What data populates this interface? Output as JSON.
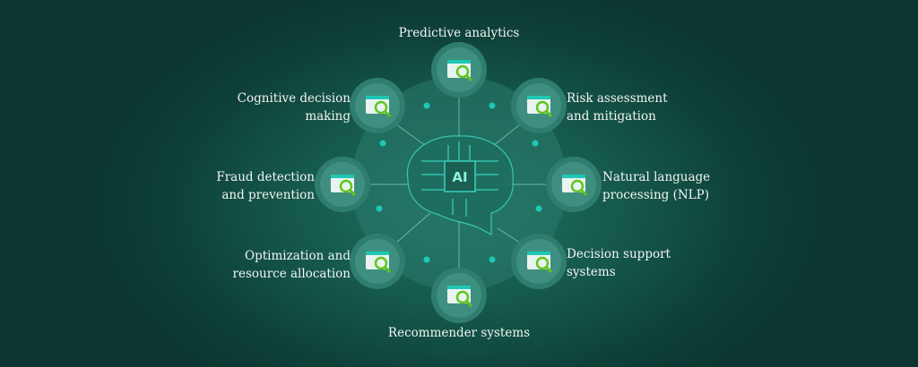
{
  "center_label": "AI",
  "nodes": [
    {
      "label": "Predictive analytics",
      "icon": "bar-chart-eye-icon"
    },
    {
      "label": "Risk assessment and mitigation",
      "line1": "Risk assessment",
      "line2": "and mitigation",
      "icon": "magnifier-document-icon"
    },
    {
      "label": "Natural language processing (NLP)",
      "line1": "Natural language",
      "line2": "processing (NLP)",
      "icon": "speech-bubble-search-icon"
    },
    {
      "label": "Decision support systems",
      "line1": "Decision support",
      "line2": "systems",
      "icon": "shield-clock-icon"
    },
    {
      "label": "Recommender systems",
      "icon": "shirts-icon"
    },
    {
      "label": "Optimization and resource allocation",
      "line1": "Optimization and",
      "line2": "resource allocation",
      "icon": "route-pin-icon"
    },
    {
      "label": "Fraud detection and prevention",
      "line1": "Fraud detection",
      "line2": "and prevention",
      "icon": "card-warning-icon"
    },
    {
      "label": "Cognitive decision making",
      "line1": "Cognitive decision",
      "line2": "making",
      "icon": "shapes-focus-icon"
    }
  ],
  "colors": {
    "accent": "#1fc7b5",
    "green": "#5fc51f",
    "circle": "#3f8f80"
  }
}
